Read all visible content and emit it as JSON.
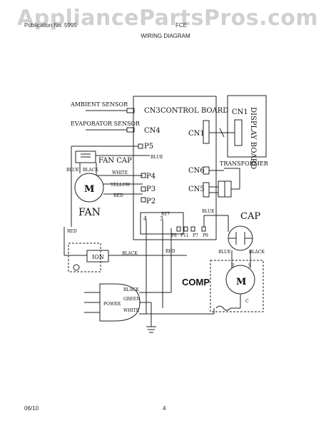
{
  "watermark": "AppliancePartsPros.com",
  "header": {
    "left_text": "Publication No. 5995",
    "right_text": "FCE",
    "title": "WIRING DIAGRAM"
  },
  "footer": {
    "date": "06/10",
    "page": "4"
  },
  "diagram": {
    "control_board": "CONTROL BOARD",
    "display_board": "DISPLAY BOARD",
    "cn1_left": "CN1",
    "cn1_right": "CN1",
    "cn3": "CN3",
    "cn4": "CN4",
    "cn5": "CN5",
    "cn6": "CN6",
    "p5": "P5",
    "p4": "P4",
    "p3": "P3",
    "p2": "P2",
    "p7": "P7",
    "p8": "P8",
    "p9": "P9",
    "p11": "P11",
    "ry7": "RY7",
    "term4": "4",
    "term3": "3",
    "ambient_sensor": "AMBIENT SENSOR",
    "evaporator_sensor": "EVAPORATOR SENSOR",
    "transformer": "TRANSFORMER",
    "fan_cap": "FAN CAP",
    "fan": "FAN",
    "fan_motor": "M",
    "cap": "CAP",
    "comp": "COMP",
    "comp_motor": "M",
    "ion": "ION",
    "power": "POWER",
    "comp_r": "R",
    "comp_s": "S",
    "comp_c": "C",
    "wire_blue_1": "BLUE",
    "wire_black_1": "BLACK",
    "wire_white_1": "WHITE",
    "wire_yellow": "YELLOW",
    "wire_red_1": "RED",
    "wire_blue_2": "BLUE",
    "wire_blue_3": "BLUE",
    "wire_red_2": "RED",
    "wire_black_2": "BLACK",
    "wire_red_3": "RED",
    "wire_blue_4": "BLUE",
    "wire_black_3": "BLACK",
    "wire_black_4": "BLACK",
    "wire_green": "GREEN",
    "wire_white_2": "WHITE"
  }
}
